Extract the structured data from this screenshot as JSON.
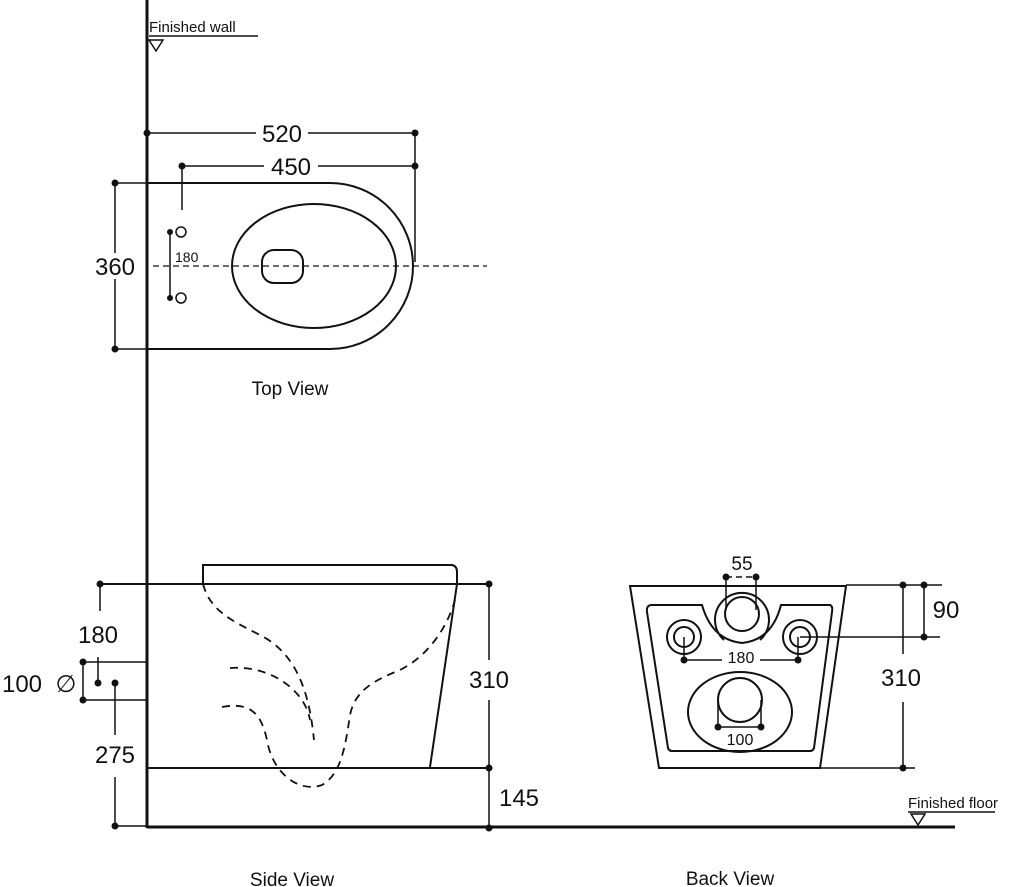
{
  "labels": {
    "finished_wall": "Finished wall",
    "finished_floor": "Finished floor",
    "top_view": "Top View",
    "side_view": "Side View",
    "back_view": "Back View"
  },
  "top_view": {
    "overall_length": "520",
    "bowl_length": "450",
    "width": "360",
    "bolt_spacing": "180"
  },
  "side_view": {
    "bolt_height": "180",
    "outlet_diameter": "100",
    "diameter_symbol": "∅",
    "outlet_height": "275",
    "body_height": "310",
    "floor_clearance": "145"
  },
  "back_view": {
    "inlet_width": "55",
    "bolt_spacing": "180",
    "outlet_width": "100",
    "inlet_height": "90",
    "body_height": "310"
  }
}
